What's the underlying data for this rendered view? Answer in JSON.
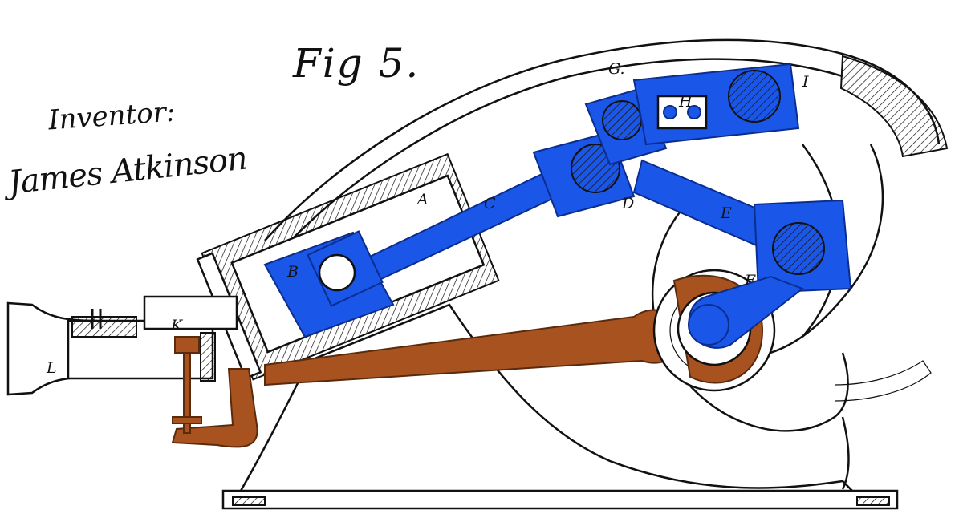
{
  "figure": {
    "title": "Fig 5."
  },
  "inventor": {
    "label": "Inventor:",
    "name": "James Atkinson"
  },
  "labels": {
    "A": "A",
    "B": "B",
    "C": "C",
    "D": "D",
    "E": "E",
    "F": "F",
    "G": "G.",
    "H": "H",
    "I": "I",
    "K": "K",
    "L": "L"
  },
  "colors": {
    "linkage": "#1a56e8",
    "lever": "#a8521f",
    "ink": "#111111"
  }
}
